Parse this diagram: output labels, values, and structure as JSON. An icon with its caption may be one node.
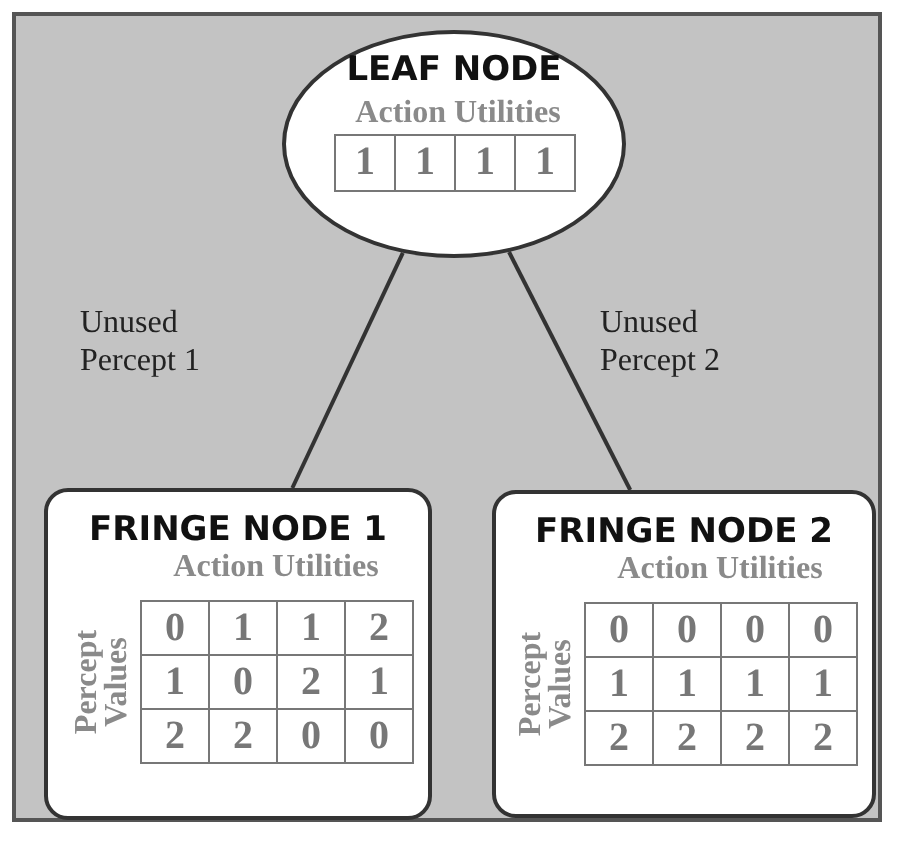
{
  "diagram": {
    "nodes": [
      {
        "text": [
          "LEAF NODE",
          "Action Utilities",
          "1",
          "1",
          "1",
          "1"
        ]
      },
      {
        "text": [
          "FRINGE NODE 1",
          "Action Utilities",
          "Percept Values",
          "0",
          "1",
          "1",
          "2",
          "1",
          "0",
          "2",
          "1",
          "2",
          "2",
          "0",
          "0"
        ]
      },
      {
        "text": [
          "FRINGE NODE 2",
          "Action Utilities",
          "Percept Values",
          "0",
          "0",
          "0",
          "0",
          "1",
          "1",
          "1",
          "1",
          "2",
          "2",
          "2",
          "2"
        ]
      }
    ],
    "edges": [
      {
        "from": 0,
        "to": 1,
        "arrow": "none",
        "label": "Unused Percept 1"
      },
      {
        "from": 0,
        "to": 2,
        "arrow": "none",
        "label": "Unused Percept 2"
      }
    ]
  }
}
